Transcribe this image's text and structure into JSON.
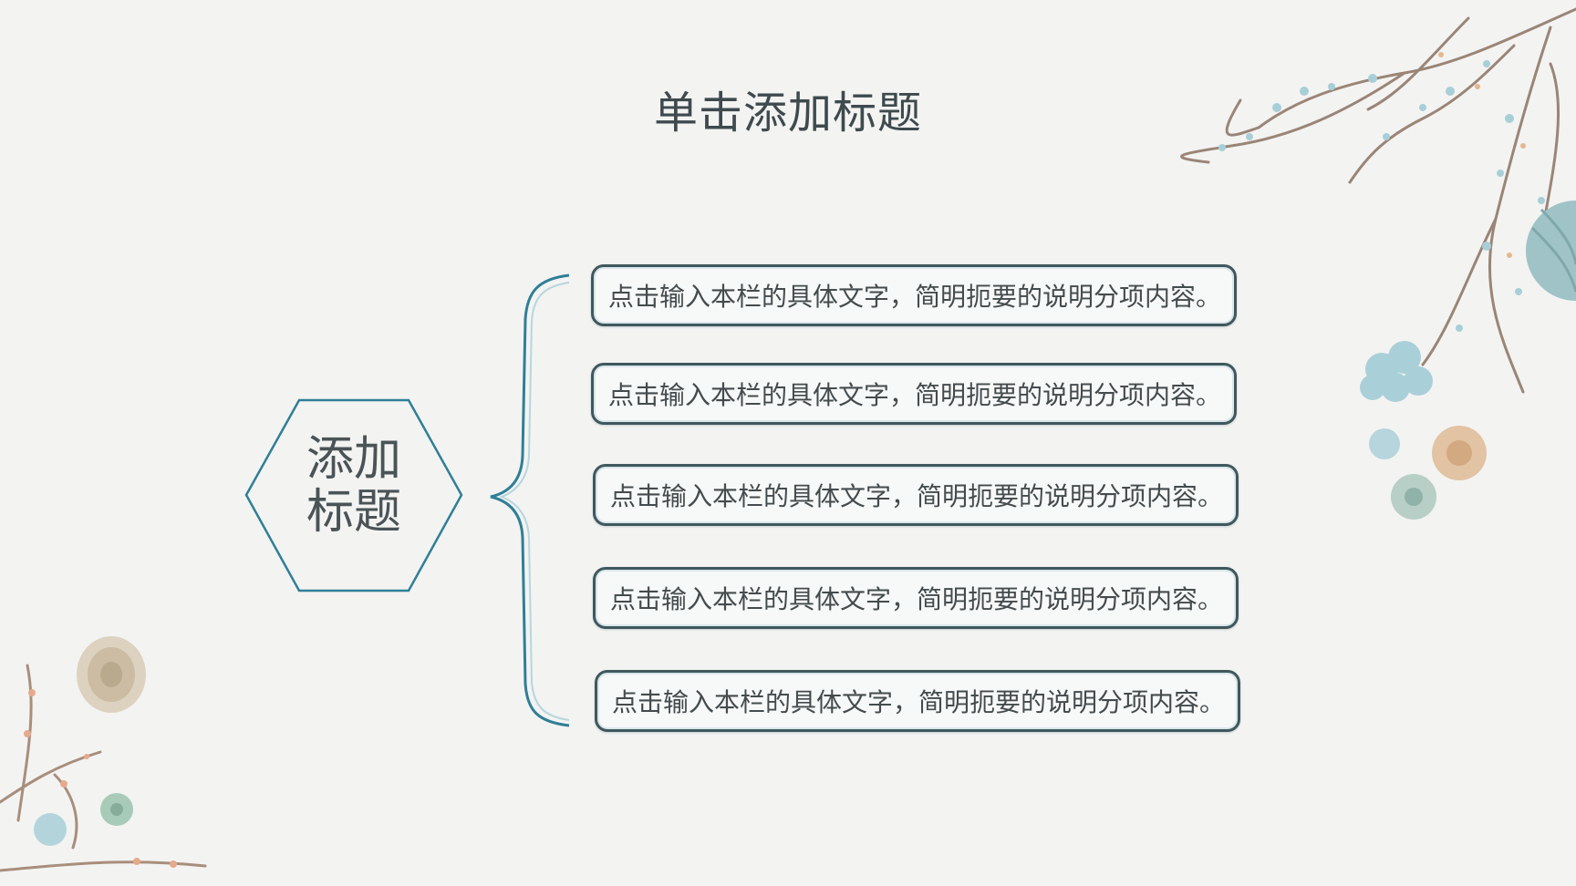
{
  "slide": {
    "title": "单击添加标题",
    "center_label_lines": [
      "添加",
      "标题"
    ],
    "items": [
      {
        "text": "点击输入本栏的具体文字，简明扼要的说明分项内容。"
      },
      {
        "text": "点击输入本栏的具体文字，简明扼要的说明分项内容。"
      },
      {
        "text": "点击输入本栏的具体文字，简明扼要的说明分项内容。"
      },
      {
        "text": "点击输入本栏的具体文字，简明扼要的说明分项内容。"
      },
      {
        "text": "点击输入本栏的具体文字，简明扼要的说明分项内容。"
      }
    ]
  },
  "colors": {
    "background": "#f3f3f2",
    "outline": "#2f7f96",
    "box_border": "#3f585e",
    "text": "#444b4d"
  }
}
